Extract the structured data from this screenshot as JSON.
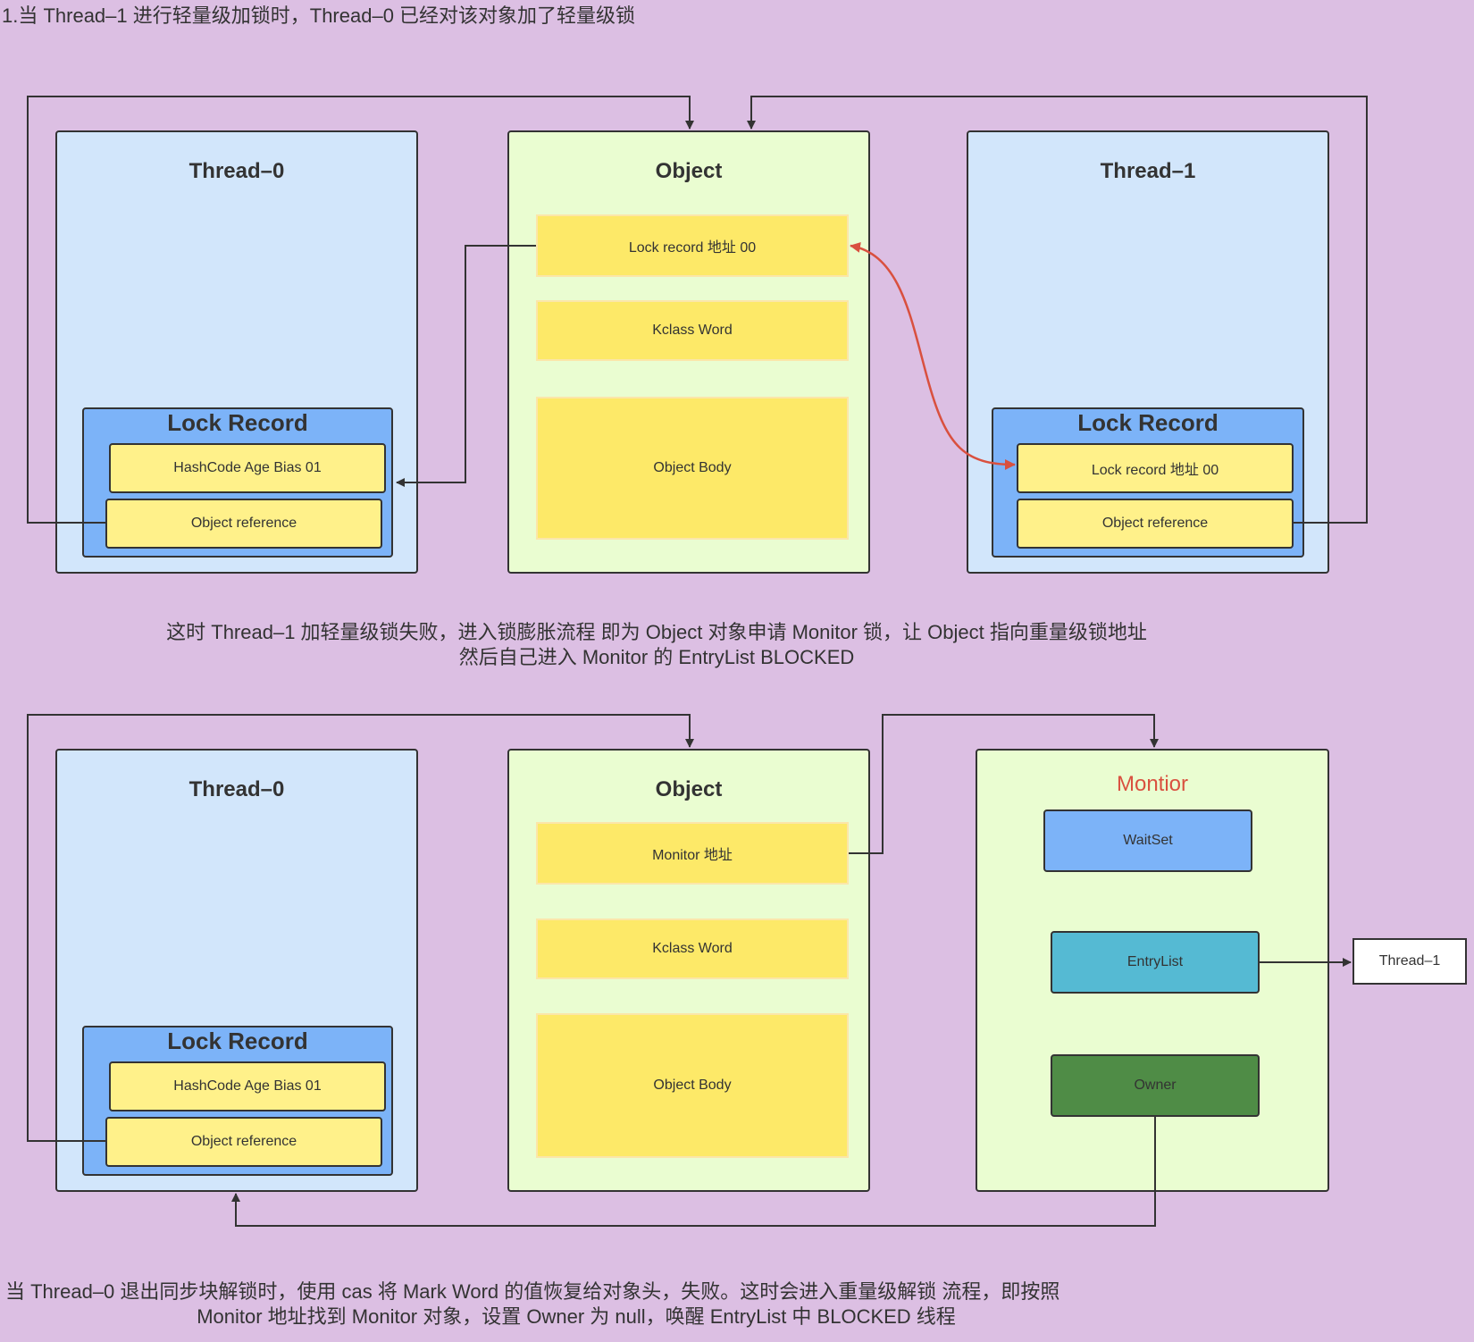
{
  "captions": {
    "top": "1.当 Thread–1 进行轻量级加锁时，Thread–0 已经对该对象加了轻量级锁",
    "middle_line1": "这时 Thread–1 加轻量级锁失败，进入锁膨胀流程 即为 Object 对象申请 Monitor 锁，让 Object 指向重量级锁地址",
    "middle_line2": "然后自己进入 Monitor 的 EntryList BLOCKED",
    "bottom_line1": "当 Thread–0 退出同步块解锁时，使用 cas 将 Mark Word 的值恢复给对象头，失败。这时会进入重量级解锁 流程，即按照",
    "bottom_line2": "Monitor 地址找到 Monitor 对象，设置 Owner 为 null，唤醒 EntryList 中 BLOCKED 线程"
  },
  "top_diagram": {
    "thread0": {
      "title": "Thread–0",
      "lock_record": {
        "title": "Lock Record",
        "cells": [
          "HashCode Age Bias 01",
          "Object reference"
        ]
      }
    },
    "object": {
      "title": "Object",
      "slots": [
        "Lock record 地址 00",
        "Kclass  Word",
        "Object Body"
      ]
    },
    "thread1": {
      "title": "Thread–1",
      "lock_record": {
        "title": "Lock Record",
        "cells": [
          "Lock record 地址 00",
          "Object reference"
        ]
      }
    }
  },
  "bottom_diagram": {
    "thread0": {
      "title": "Thread–0",
      "lock_record": {
        "title": "Lock Record",
        "cells": [
          "HashCode Age Bias 01",
          "Object reference"
        ]
      }
    },
    "object": {
      "title": "Object",
      "slots": [
        "Monitor 地址",
        "Kclass  Word",
        "Object Body"
      ]
    },
    "monitor": {
      "title": "Montior",
      "parts": [
        "WaitSet",
        "EntryList",
        "Owner"
      ]
    },
    "blocked_thread": "Thread–1"
  },
  "colors": {
    "background": "#dcbfe3",
    "thread_fill": "#d2e6fb",
    "object_fill": "#eafdd1",
    "lock_record_fill": "#7cb3f8",
    "cell_fill": "#fff18a",
    "slot_fill": "#fde968",
    "waitset_fill": "#7cb3f8",
    "entrylist_fill": "#55bad3",
    "owner_fill": "#4f8c46",
    "monitor_title": "#d9503f",
    "cas_arrow": "#d9503f"
  }
}
